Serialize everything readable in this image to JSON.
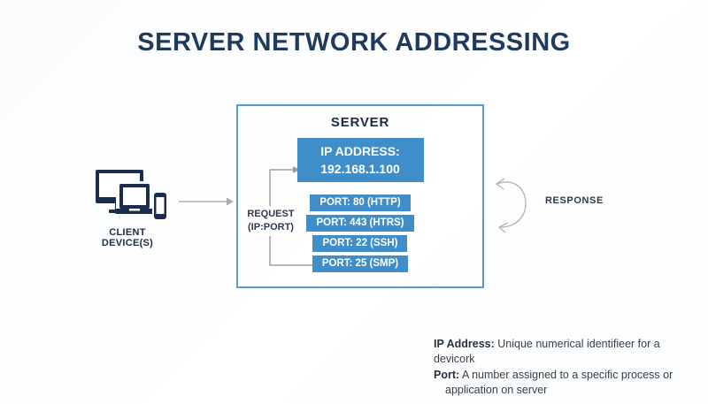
{
  "title": "SERVER NETWORK ADDRESSING",
  "client": {
    "label": "CLIENT DEVICE(S)"
  },
  "flow": {
    "request_label_line1": "REQUEST",
    "request_label_line2": "(IP:PORT)",
    "response_label": "RESPONSE"
  },
  "server": {
    "label": "SERVER",
    "ip_address_title": "IP ADDRESS:",
    "ip_address_value": "192.168.1.100",
    "ports": [
      "PORT: 80 (HTTP)",
      "PORT: 443 (HTRS)",
      "PORT: 22 (SSH)",
      "PORT: 25 (SMP)"
    ]
  },
  "legend": {
    "ip_term": "IP Address:",
    "ip_definition": " Unique numerical identifieer for a devicork",
    "port_term": "Port:",
    "port_definition": " A number assigned to a specific process or",
    "port_definition_cont": "application on server"
  },
  "icons": {
    "client_devices": "desktop-laptop-smartphone",
    "client_to_server": "right-arrow",
    "request_connector": "bracket-arrow",
    "response": "curved-double-arrow"
  },
  "colors": {
    "accent_blue": "#3f8ec9",
    "box_border_blue": "#5b9bd5",
    "heading_navy": "#1e3a5f",
    "icon_navy": "#1b2d4f",
    "arrow_gray": "#a9adb2",
    "text_slate": "#33404d"
  }
}
